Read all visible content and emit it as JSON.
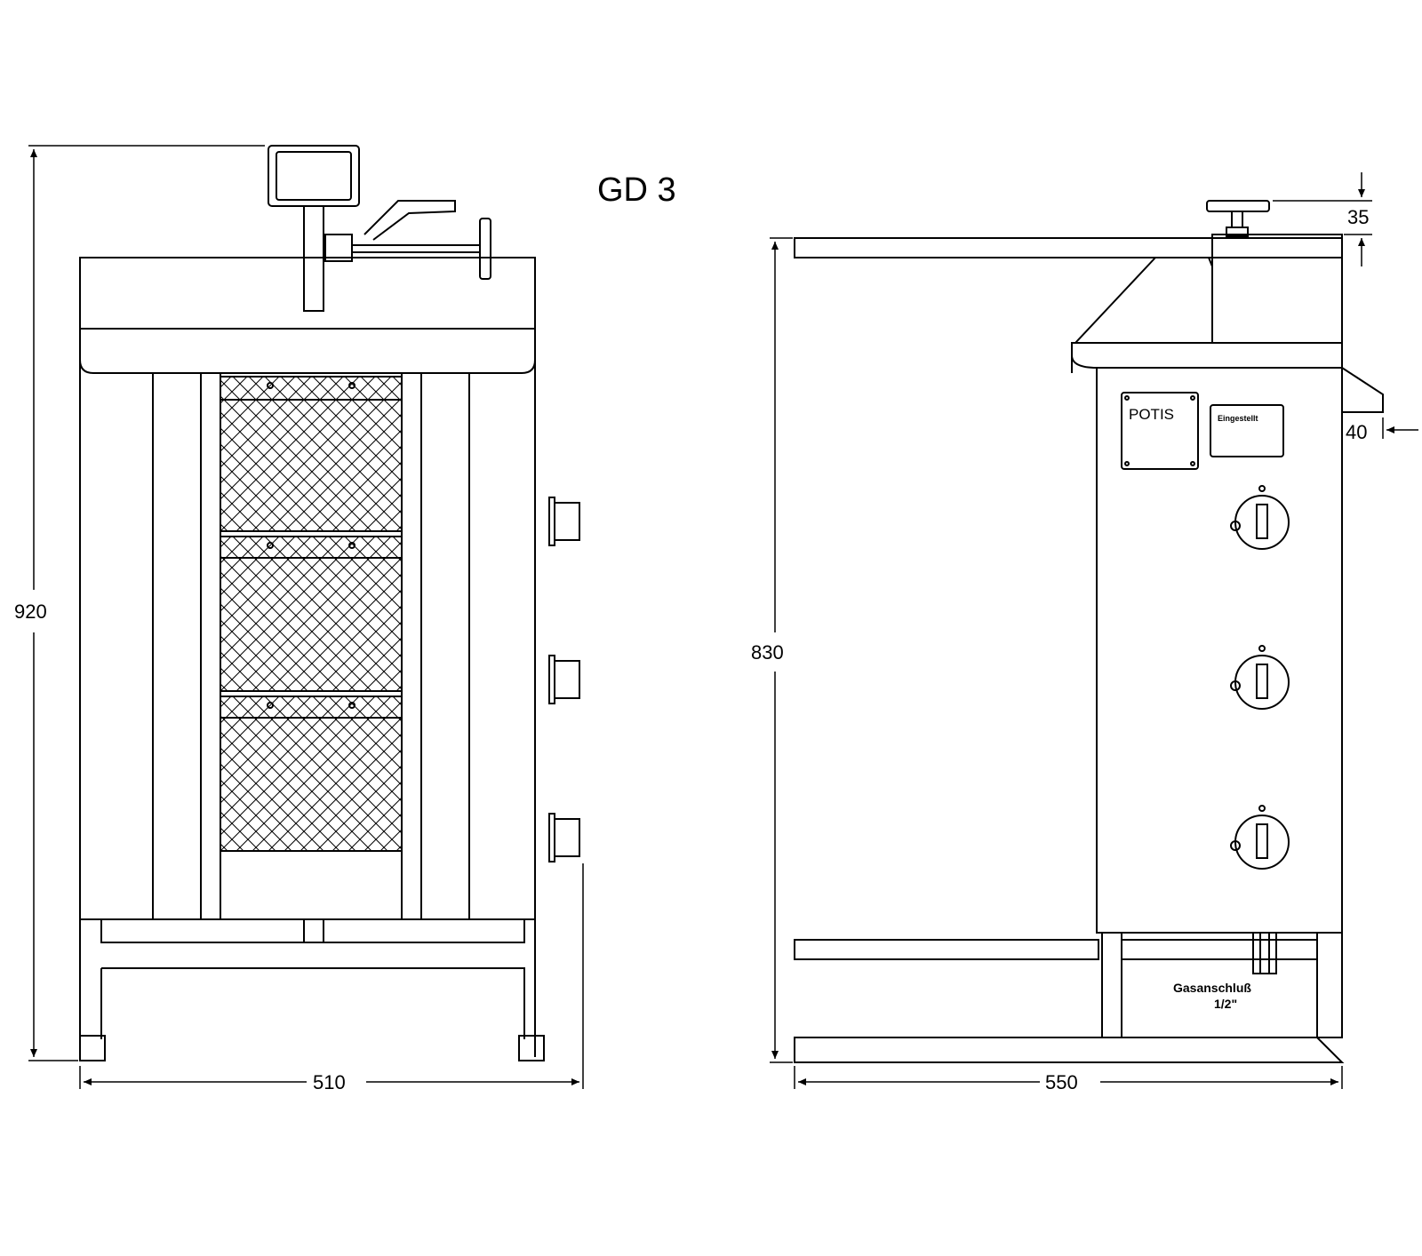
{
  "title": "GD 3",
  "front_view": {
    "height_dim": "920",
    "width_dim": "510"
  },
  "side_view": {
    "height_dim": "830",
    "width_dim": "550",
    "top_dim": "35",
    "side_dim": "40",
    "brand_plate": "POTIS",
    "setting_plate": "Eingestellt",
    "gas_label_line1": "Gasanschluß",
    "gas_label_line2": "1/2\""
  }
}
